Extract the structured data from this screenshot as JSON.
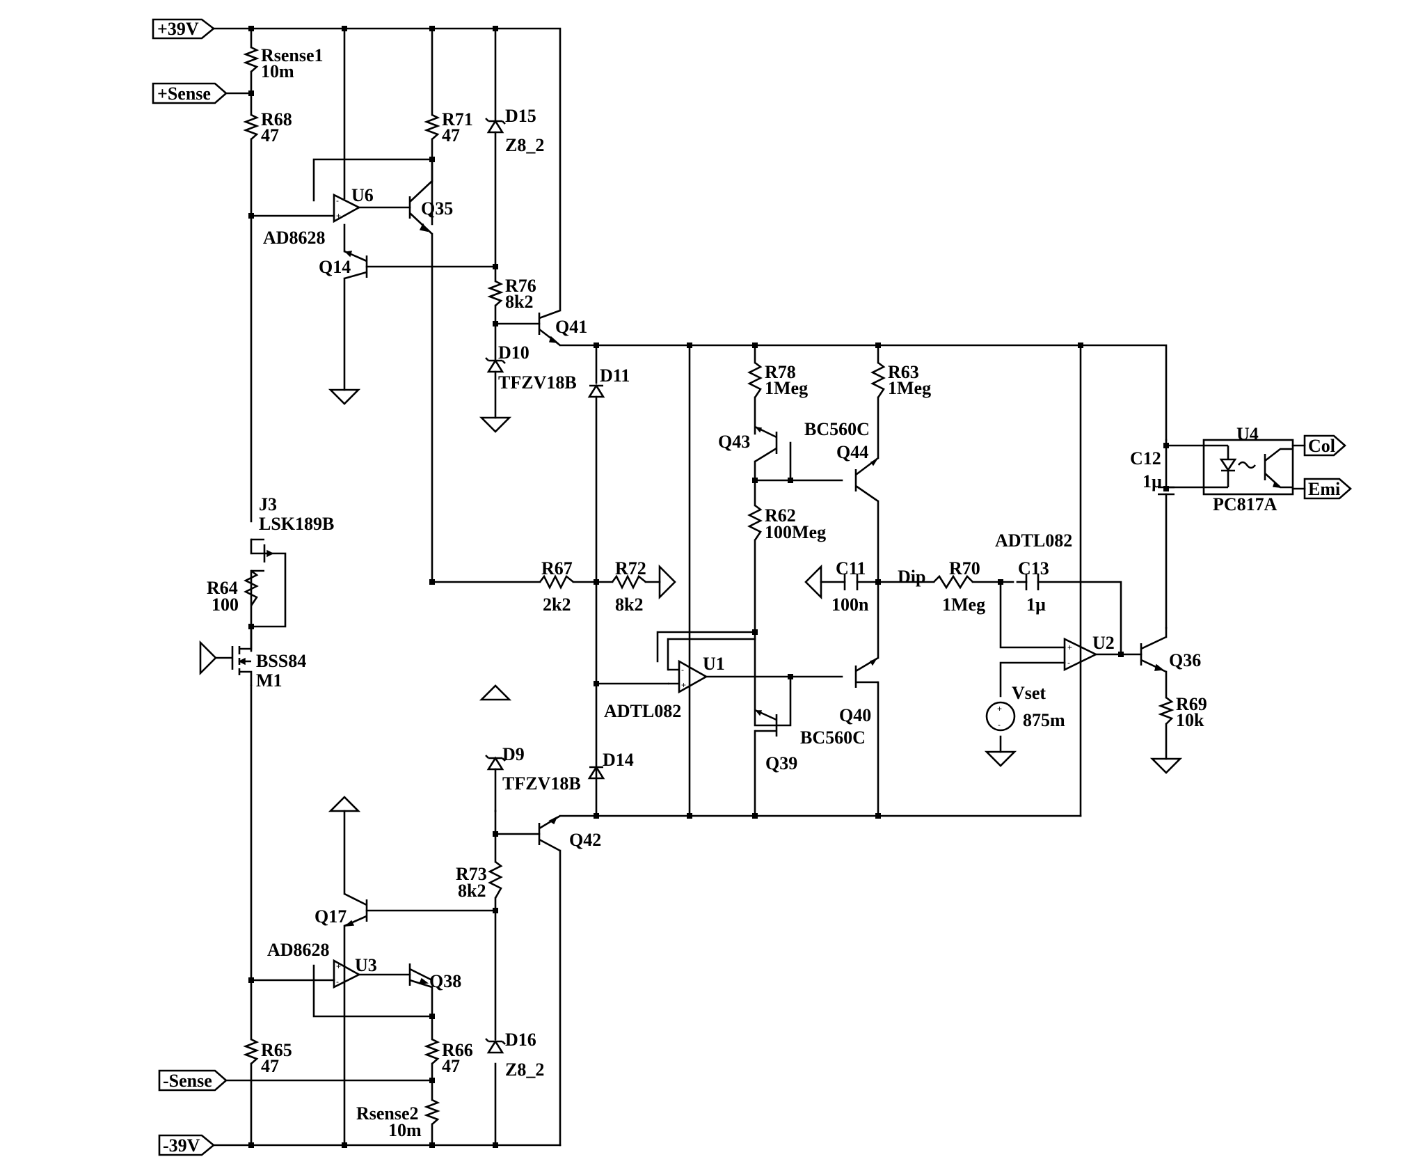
{
  "ports": {
    "p39v": "+39V",
    "psense": "+Sense",
    "nsense": "-Sense",
    "n39v": "-39V",
    "col": "Col",
    "emi": "Emi"
  },
  "components": {
    "rsense1": {
      "name": "Rsense1",
      "value": "10m"
    },
    "r68": {
      "name": "R68",
      "value": "47"
    },
    "r71": {
      "name": "R71",
      "value": "47"
    },
    "d15": {
      "name": "D15",
      "value": "Z8_2"
    },
    "u6": {
      "name": "U6",
      "value": "AD8628"
    },
    "q35": {
      "name": "Q35"
    },
    "q14": {
      "name": "Q14"
    },
    "r76": {
      "name": "R76",
      "value": "8k2"
    },
    "q41": {
      "name": "Q41"
    },
    "d10": {
      "name": "D10",
      "value": "TFZV18B"
    },
    "d11": {
      "name": "D11"
    },
    "r78": {
      "name": "R78",
      "value": "1Meg"
    },
    "r63": {
      "name": "R63",
      "value": "1Meg"
    },
    "q43": {
      "name": "Q43"
    },
    "q44": {
      "name": "Q44",
      "value": "BC560C"
    },
    "r62": {
      "name": "R62",
      "value": "100Meg"
    },
    "c12": {
      "name": "C12",
      "value": "1µ"
    },
    "u4": {
      "name": "U4",
      "value": "PC817A"
    },
    "j3": {
      "name": "J3",
      "value": "LSK189B"
    },
    "r64": {
      "name": "R64",
      "value": "100"
    },
    "m1": {
      "name": "M1",
      "value": "BSS84"
    },
    "r67": {
      "name": "R67",
      "value": "2k2"
    },
    "r72": {
      "name": "R72",
      "value": "8k2"
    },
    "c11": {
      "name": "C11",
      "value": "100n"
    },
    "dip": {
      "name": "Dip"
    },
    "r70": {
      "name": "R70",
      "value": "1Meg"
    },
    "c13": {
      "name": "C13",
      "value": "1µ"
    },
    "u2": {
      "name": "U2",
      "value": "ADTL082"
    },
    "u1": {
      "name": "U1",
      "value": "ADTL082"
    },
    "q40": {
      "name": "Q40",
      "value": "BC560C"
    },
    "q39": {
      "name": "Q39"
    },
    "q36": {
      "name": "Q36"
    },
    "r69": {
      "name": "R69",
      "value": "10k"
    },
    "vset": {
      "name": "Vset",
      "value": "875m"
    },
    "d9": {
      "name": "D9",
      "value": "TFZV18B"
    },
    "d14": {
      "name": "D14"
    },
    "q42": {
      "name": "Q42"
    },
    "r73": {
      "name": "R73",
      "value": "8k2"
    },
    "q17": {
      "name": "Q17"
    },
    "u3": {
      "name": "U3",
      "value": "AD8628"
    },
    "q38": {
      "name": "Q38"
    },
    "r65": {
      "name": "R65",
      "value": "47"
    },
    "r66": {
      "name": "R66",
      "value": "47"
    },
    "d16": {
      "name": "D16",
      "value": "Z8_2"
    },
    "rsense2": {
      "name": "Rsense2",
      "value": "10m"
    }
  },
  "pin_marks": {
    "plus": "+",
    "minus": "-"
  }
}
